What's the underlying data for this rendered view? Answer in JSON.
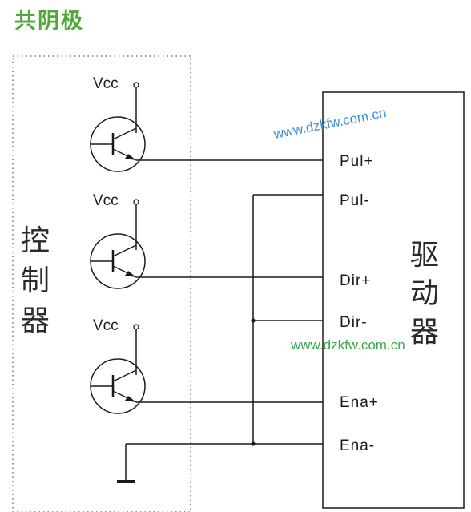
{
  "title": "共阴极",
  "controller": {
    "label_chars": [
      "控",
      "制",
      "器"
    ]
  },
  "driver": {
    "label_chars": [
      "驱",
      "动",
      "器"
    ]
  },
  "transistors": [
    {
      "vcc_label": "Vcc"
    },
    {
      "vcc_label": "Vcc"
    },
    {
      "vcc_label": "Vcc"
    }
  ],
  "pins": [
    "Pul+",
    "Pul-",
    "Dir+",
    "Dir-",
    "Ena+",
    "Ena-"
  ],
  "watermarks": [
    "www.dzkfw.com.cn",
    "www.dzkfw.com.cn"
  ],
  "colors": {
    "title": "#4fa83a",
    "watermark_blue": "#3c8fd6",
    "watermark_green": "#3aa84a",
    "line": "#1a1a1a"
  }
}
